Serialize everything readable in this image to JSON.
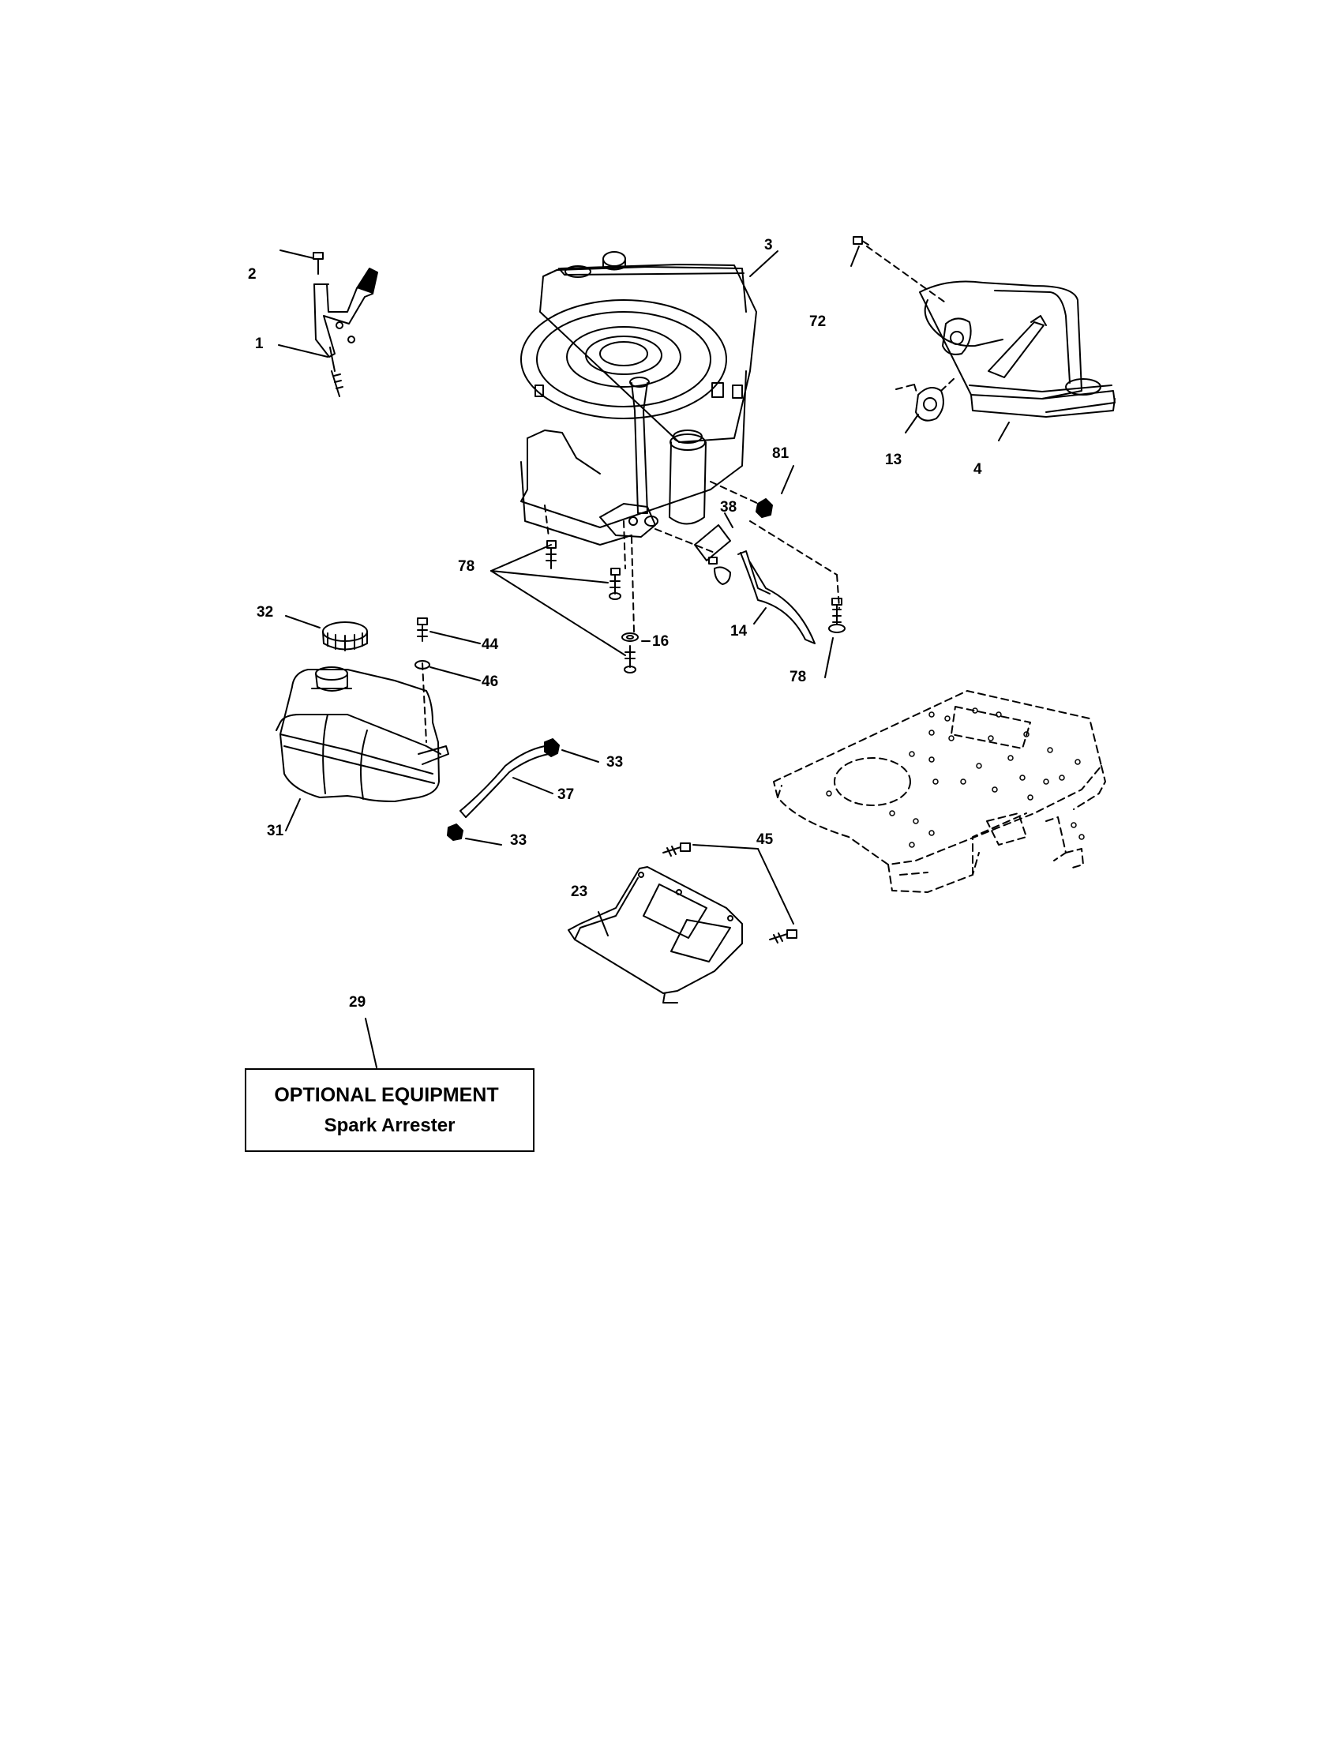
{
  "callouts": {
    "c1": "1",
    "c2": "2",
    "c3": "3",
    "c4": "4",
    "c13": "13",
    "c14": "14",
    "c16": "16",
    "c23": "23",
    "c29": "29",
    "c31": "31",
    "c32": "32",
    "c33a": "33",
    "c33b": "33",
    "c37": "37",
    "c38": "38",
    "c44": "44",
    "c45": "45",
    "c46": "46",
    "c72": "72",
    "c78a": "78",
    "c78b": "78",
    "c81": "81"
  },
  "optional_box": {
    "title": "OPTIONAL EQUIPMENT",
    "subtitle": "Spark Arrester"
  },
  "colors": {
    "ink": "#000000",
    "paper": "#ffffff",
    "shade": "#d9d9d9"
  }
}
